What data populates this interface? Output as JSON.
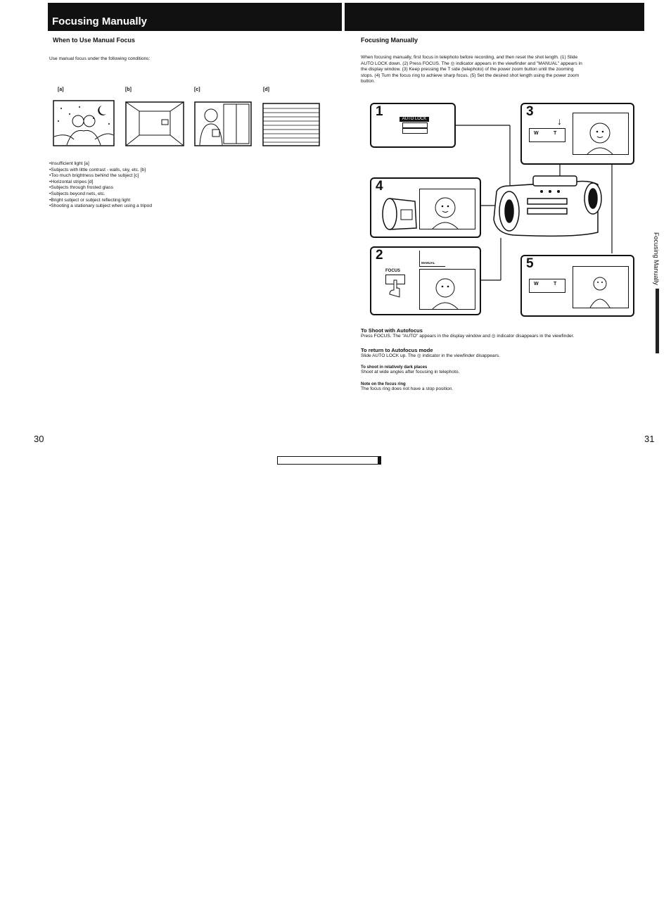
{
  "left": {
    "header_title": "Focusing Manually",
    "section_title": "When to Use Manual Focus",
    "intro": "Use manual focus under the following conditions:",
    "figure_labels": [
      "[a]",
      "[b]",
      "[c]",
      "[d]"
    ],
    "conditions": [
      "Insufficient light [a]",
      "Subjects with little contrast - walls, sky, etc. [b]",
      "Too much brightness behind the subject [c]",
      "Horizontal stripes [d]",
      "Subjects through frosted glass",
      "Subjects beyond nets, etc.",
      "Bright subject or subject reflecting light",
      "Shooting a stationary subject when using a tripod"
    ],
    "page_number": "30"
  },
  "right": {
    "section_title": "Focusing Manually",
    "intro_lines": [
      "When focusing manually, first focus in telephoto before recording, and then reset the shot length. (1) Slide",
      "AUTO LOCK down. (2) Press FOCUS. The ◎ indicator appears in the viewfinder and \"MANUAL\" appears in",
      "the display window. (3) Keep pressing the T side (telephoto) of the power zoom button until the zooming",
      "stops. (4) Turn the focus ring to achieve sharp focus. (5) Set the desired shot length using the power zoom",
      "button."
    ],
    "steps": [
      "1",
      "2",
      "3",
      "4",
      "5"
    ],
    "auto_lock_label": "AUTO LOCK",
    "focus_label": "FOCUS",
    "manual_label": "MANUAL",
    "w_label": "W",
    "t_label": "T",
    "notes": [
      {
        "title": "To Shoot with Autofocus",
        "body": "Press FOCUS. The \"AUTO\" appears in the display window and ◎ indicator disappears in the viewfinder."
      },
      {
        "title": "To return to Autofocus mode",
        "body": "Slide AUTO LOCK up. The ◎ indicator in the viewfinder disappears."
      },
      {
        "title": "To shoot in relatively dark places",
        "body": "Shoot at wide angles after focusing in telephoto."
      },
      {
        "title": "Note on the focus ring",
        "body": "The focus ring does not have a stop position."
      }
    ],
    "side_tab": "Focusing Manually",
    "page_number": "31"
  }
}
